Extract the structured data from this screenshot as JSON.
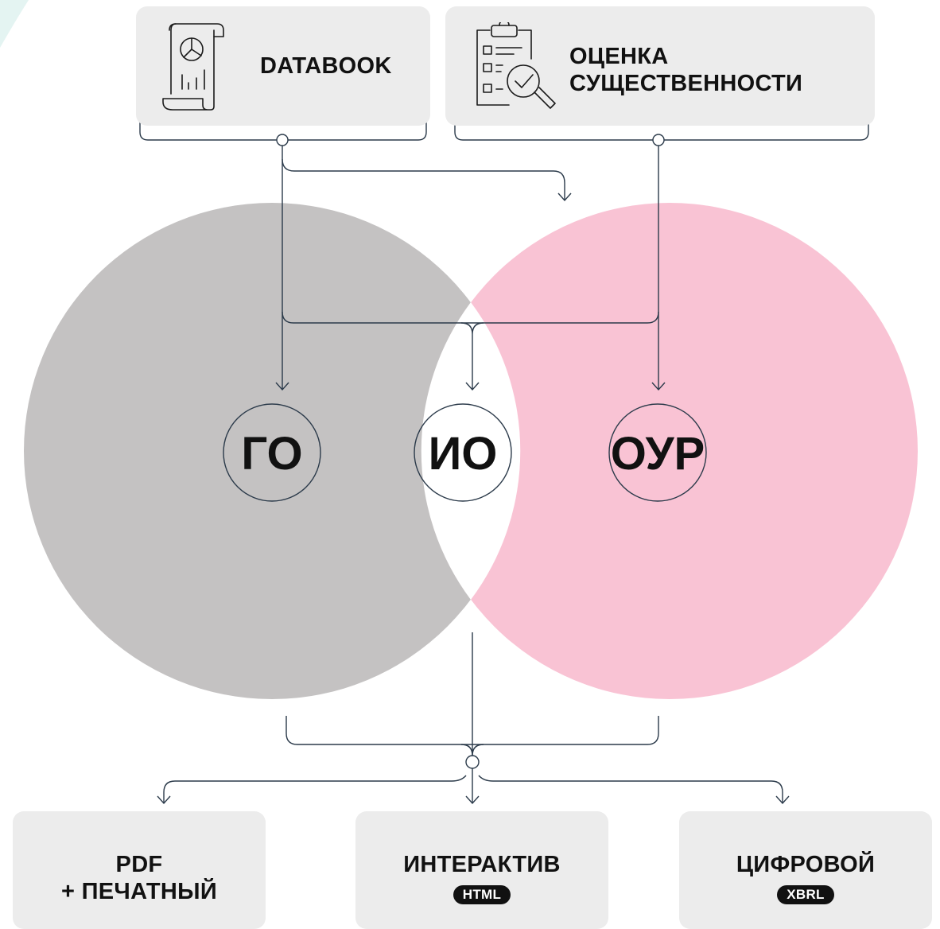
{
  "top_boxes": {
    "databook": {
      "label": "DATABOOK",
      "icon": "report-scroll-chart-icon"
    },
    "materiality": {
      "label_line1": "ОЦЕНКА",
      "label_line2": "СУЩЕСТВЕННОСТИ",
      "icon": "clipboard-magnifier-check-icon"
    }
  },
  "circles": {
    "go": "ГО",
    "io": "ИО",
    "our": "ОУР"
  },
  "bottom_boxes": {
    "pdf": {
      "line1": "PDF",
      "line2": "+ ПЕЧАТНЫЙ"
    },
    "interactive": {
      "line1": "ИНТЕРАКТИВ",
      "badge": "HTML"
    },
    "digital": {
      "line1": "ЦИФРОВОЙ",
      "badge": "XBRL"
    }
  },
  "colors": {
    "left_circle": "#c4c2c2",
    "right_circle": "#f9c3d4",
    "connector": "#2b3a4a",
    "box_bg": "#ececec",
    "corner_accent": "#e4f4f2"
  }
}
